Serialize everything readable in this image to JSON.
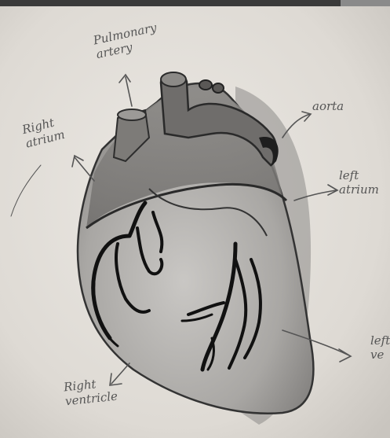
{
  "drawing": {
    "subject": "hand-drawn human heart pencil sketch",
    "labels": {
      "pulmonary_artery": "Pulmonary\nartery",
      "aorta": "aorta",
      "right_atrium": "Right\natrium",
      "left_atrium": "left\natrium",
      "right_ventricle": "Right\nventricle",
      "left_ventricle": "left\nve"
    }
  }
}
